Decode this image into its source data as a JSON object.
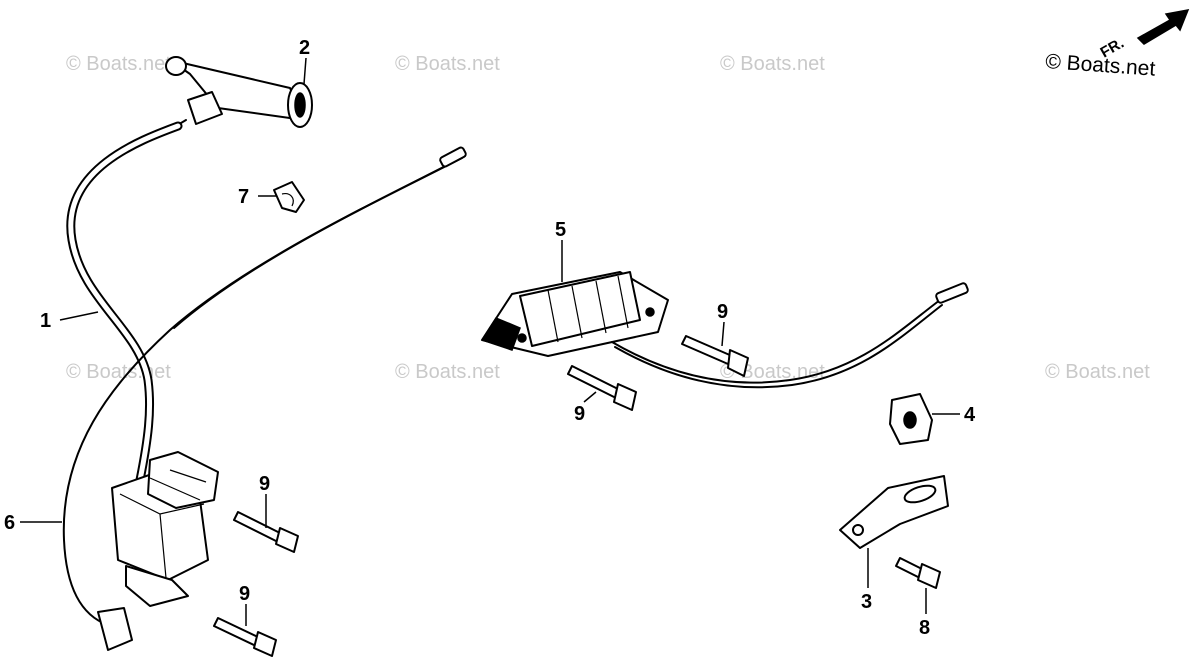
{
  "watermarks": [
    "© Boats.net",
    "© Boats.net",
    "© Boats.net",
    "© Boats.net",
    "© Boats.net",
    "© Boats.net",
    "© Boats.net"
  ],
  "copyright": "© Boats.net",
  "direction_label": "FR.",
  "callouts": {
    "ignition_coil_cable": "1",
    "spark_plug_cap": "2",
    "bracket": "3",
    "grommet": "4",
    "charge_coil": "5",
    "stop_switch_wire": "6",
    "wire_clip": "7",
    "bracket_bolt": "8",
    "bolt_upper_mid": "9",
    "bolt_mid": "9",
    "bolt_coil_upper": "9",
    "bolt_coil_lower": "9"
  }
}
